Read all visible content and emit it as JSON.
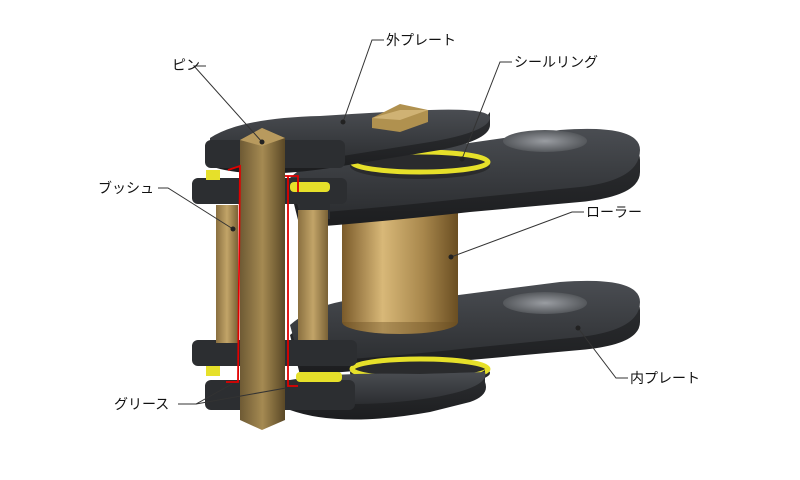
{
  "labels": {
    "outer_plate": "外プレート",
    "pin": "ピン",
    "seal_ring": "シールリング",
    "bush": "ブッシュ",
    "roller": "ローラー",
    "inner_plate": "内プレート",
    "grease": "グリース"
  },
  "colors": {
    "plate": "#3a3d41",
    "plate_edge": "#25272a",
    "brass": "#9a7c45",
    "brass_light": "#c8a766",
    "seal": "#e6e02a",
    "grease": "#e00000"
  }
}
